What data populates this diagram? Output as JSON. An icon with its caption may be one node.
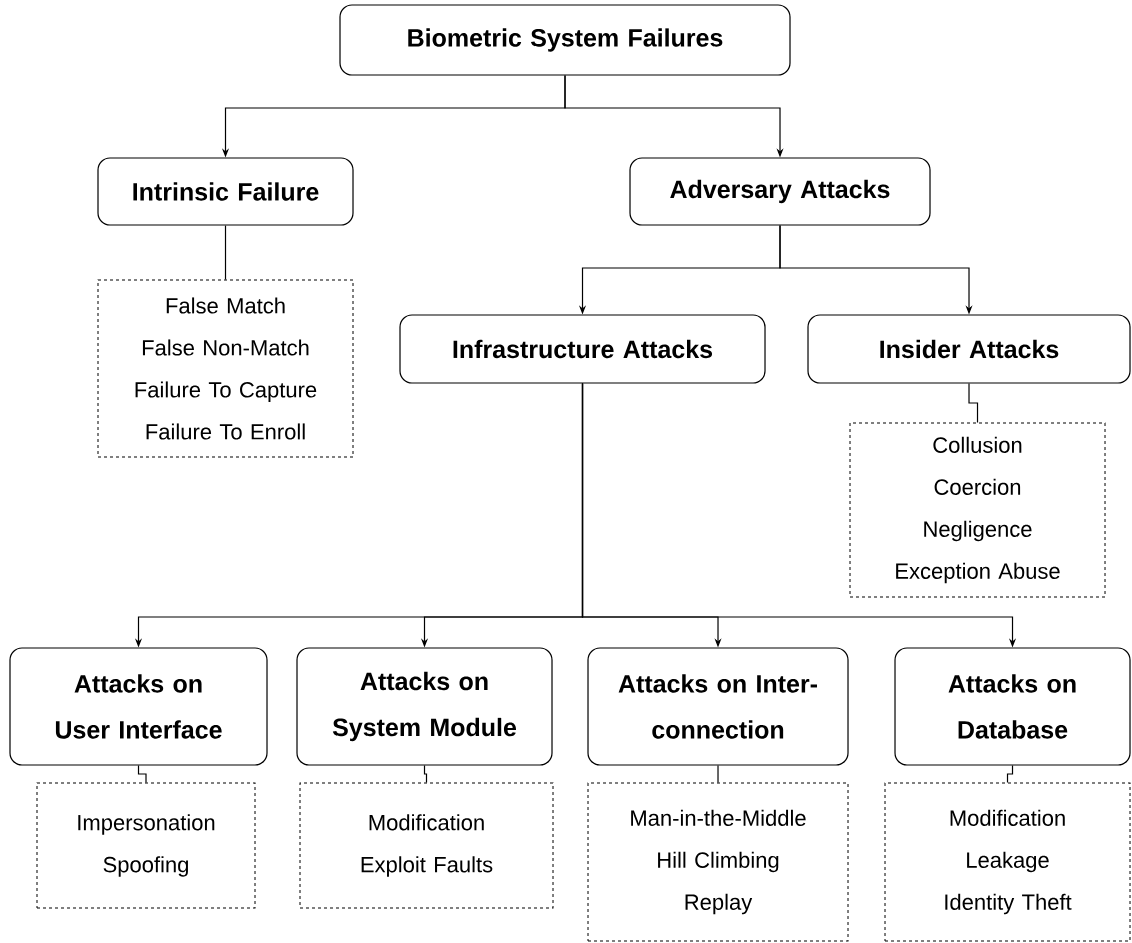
{
  "diagram": {
    "nodes": [
      {
        "text": [
          "Biometric System Failures"
        ]
      },
      {
        "text": [
          "Intrinsic Failure"
        ]
      },
      {
        "text": [
          "Adversary Attacks"
        ]
      },
      {
        "text": [
          "False Match",
          "False Non-Match",
          "Failure To Capture",
          "Failure To Enroll"
        ]
      },
      {
        "text": [
          "Infrastructure Attacks"
        ]
      },
      {
        "text": [
          "Insider Attacks"
        ]
      },
      {
        "text": [
          "Collusion",
          "Coercion",
          "Negligence",
          "Exception Abuse"
        ]
      },
      {
        "text": [
          "Attacks on User Interface"
        ]
      },
      {
        "text": [
          "Attacks on System Module"
        ]
      },
      {
        "text": [
          "Attacks on Inter-connection"
        ]
      },
      {
        "text": [
          "Attacks on Database"
        ]
      },
      {
        "text": [
          "Impersonation",
          "Spoofing"
        ]
      },
      {
        "text": [
          "Modification",
          "Exploit Faults"
        ]
      },
      {
        "text": [
          "Man-in-the-Middle",
          "Hill Climbing",
          "Replay"
        ]
      },
      {
        "text": [
          "Modification",
          "Leakage",
          "Identity Theft"
        ]
      }
    ],
    "edges": [
      {
        "from": 0,
        "to": 1,
        "arrow": "to"
      },
      {
        "from": 0,
        "to": 2,
        "arrow": "to"
      },
      {
        "from": 1,
        "to": 3,
        "arrow": "none"
      },
      {
        "from": 2,
        "to": 4,
        "arrow": "to"
      },
      {
        "from": 2,
        "to": 5,
        "arrow": "to"
      },
      {
        "from": 5,
        "to": 6,
        "arrow": "none"
      },
      {
        "from": 4,
        "to": 7,
        "arrow": "to"
      },
      {
        "from": 4,
        "to": 8,
        "arrow": "to"
      },
      {
        "from": 4,
        "to": 9,
        "arrow": "to"
      },
      {
        "from": 4,
        "to": 10,
        "arrow": "to"
      },
      {
        "from": 7,
        "to": 11,
        "arrow": "none"
      },
      {
        "from": 8,
        "to": 12,
        "arrow": "none"
      },
      {
        "from": 9,
        "to": 13,
        "arrow": "none"
      },
      {
        "from": 10,
        "to": 14,
        "arrow": "none"
      }
    ]
  }
}
